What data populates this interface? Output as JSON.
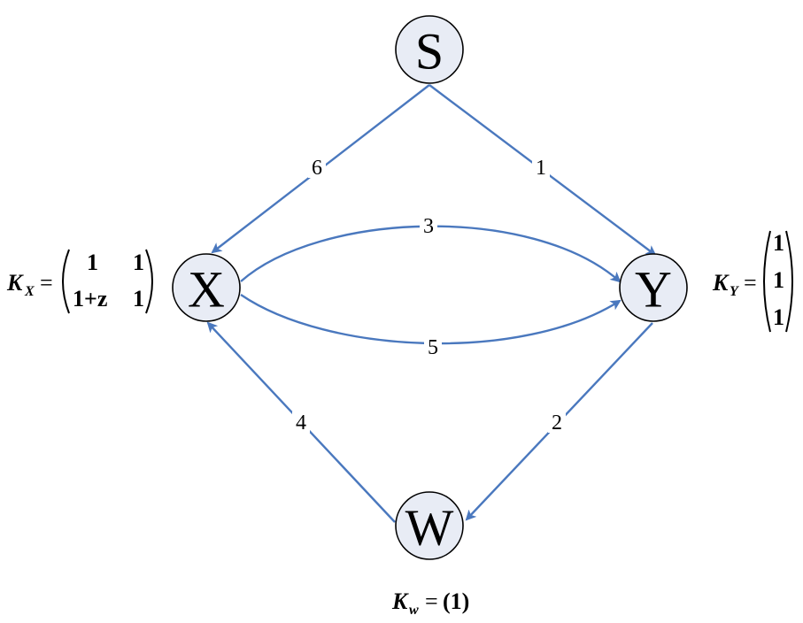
{
  "nodes": {
    "s": {
      "label": "S"
    },
    "x": {
      "label": "X"
    },
    "y": {
      "label": "Y"
    },
    "w": {
      "label": "W"
    }
  },
  "edges": {
    "s_y": {
      "label": "1"
    },
    "y_w": {
      "label": "2"
    },
    "x_y_upper": {
      "label": "3"
    },
    "w_x": {
      "label": "4"
    },
    "x_y_lower": {
      "label": "5"
    },
    "s_x": {
      "label": "6"
    }
  },
  "matrices": {
    "kx": {
      "symbol": "K",
      "subscript": "X",
      "equals": "=",
      "rows": [
        [
          "1",
          "1"
        ],
        [
          "1+z",
          "1"
        ]
      ]
    },
    "ky": {
      "symbol": "K",
      "subscript": "Y",
      "equals": "=",
      "rows": [
        [
          "1"
        ],
        [
          "1"
        ],
        [
          "1"
        ]
      ]
    },
    "kw": {
      "symbol": "K",
      "subscript": "w",
      "equals": "=",
      "value": "(1)"
    }
  },
  "colors": {
    "edge": "#4a78be",
    "node_fill": "#e8ecf5"
  }
}
